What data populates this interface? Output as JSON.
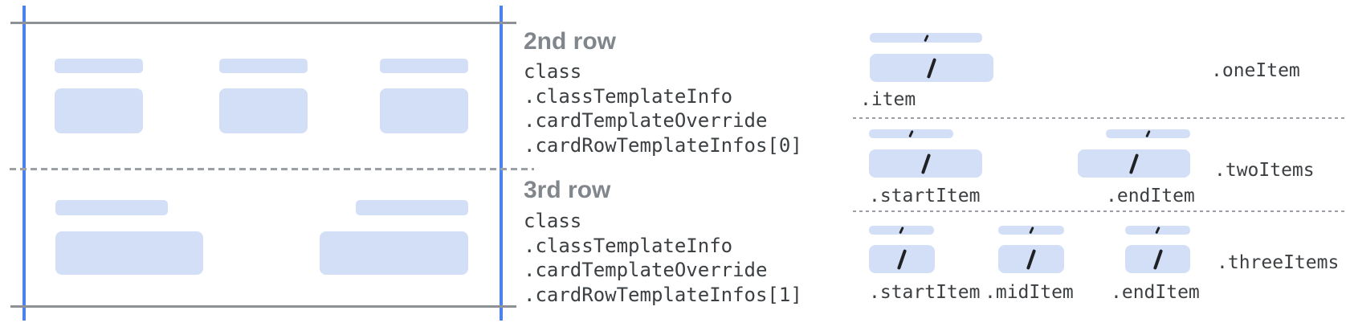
{
  "colors": {
    "bar": "#d3dff7",
    "accent_line": "#4b82ee",
    "gray_line": "#8d9196",
    "dash": "#9aa0a6",
    "heading": "#80868b",
    "code": "#3c4043",
    "slash": "#202124"
  },
  "icons": {
    "slash_glyph": "/"
  },
  "rows": [
    {
      "heading": "2nd row",
      "code_lines": [
        "class",
        ".classTemplateInfo",
        ".cardTemplateOverride",
        ".cardRowTemplateInfos[0]"
      ]
    },
    {
      "heading": "3rd row",
      "code_lines": [
        "class",
        ".classTemplateInfo",
        ".cardTemplateOverride",
        ".cardRowTemplateInfos[1]"
      ]
    }
  ],
  "layouts": [
    {
      "name": ".oneItem",
      "item_labels": [
        ".item"
      ]
    },
    {
      "name": ".twoItems",
      "item_labels": [
        ".startItem",
        ".endItem"
      ]
    },
    {
      "name": ".threeItems",
      "item_labels": [
        ".startItem",
        ".midItem",
        ".endItem"
      ]
    }
  ]
}
